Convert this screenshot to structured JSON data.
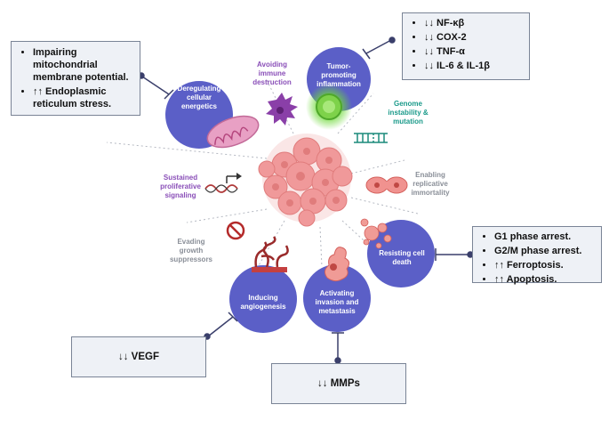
{
  "hallmarks": {
    "tumor_inflammation": "Tumor-promoting inflammation",
    "deregulating_energetics": "Deregulating cellular energetics",
    "resisting_death": "Resisting cell death",
    "angiogenesis": "Inducing angiogenesis",
    "invasion": "Activating invasion and metastasis"
  },
  "side_labels": {
    "immune": "Avoiding immune destruction",
    "genome": "Genome instability & mutation",
    "replicative": "Enabling replicative immortality",
    "proliferative": "Sustained proliferative signaling",
    "suppressors": "Evading growth suppressors"
  },
  "boxes": {
    "inflammation": [
      "↓↓ NF-κβ",
      "↓↓ COX-2",
      "↓↓ TNF-α",
      "↓↓ IL-6 & IL-1β"
    ],
    "mitochondria": [
      "Impairing mitochondrial membrane potential.",
      "↑↑ Endoplasmic reticulum stress."
    ],
    "cell_death": [
      "G1 phase arrest.",
      "G2/M phase arrest.",
      "↑↑ Ferroptosis.",
      "↑↑ Apoptosis."
    ],
    "vegf": "↓↓ VEGF",
    "mmps": "↓↓ MMPs"
  },
  "colors": {
    "hallmark_circle": "#5b5fc7",
    "immune_text": "#8a4fb8",
    "genome_text": "#1a9a8a",
    "gray_text": "#8a8f98",
    "box_fill": "#eef1f6",
    "connector": "#3a3f6b"
  }
}
